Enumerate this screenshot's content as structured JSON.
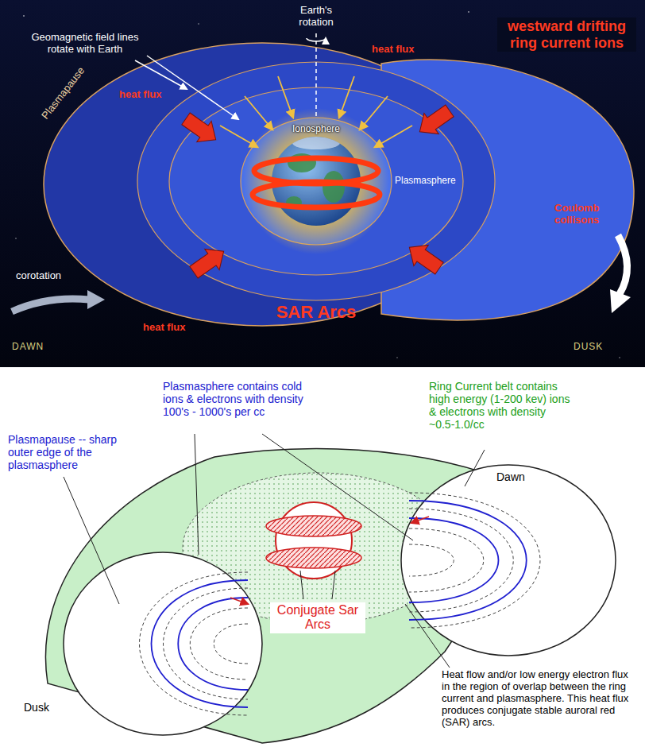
{
  "diagram": {
    "labels": [
      "Earth's rotation",
      "Geomagnetic field lines rotate with Earth",
      "Plasmapause",
      "heat flux",
      "heat flux",
      "westward drifting ring current ions",
      "Ionosphere",
      "Plasmasphere",
      "Coulomb collisons",
      "corotation",
      "heat flux",
      "SAR Arcs",
      "DAWN",
      "DUSK",
      "Plasmasphere contains cold ions & electrons with density 100's - 1000's per cc",
      "Ring Current belt contains high energy (1-200 kev) ions & electrons with density ~0.5-1.0/cc",
      "Plasmapause -- sharp outer edge of the plasmasphere",
      "Dawn",
      "Conjugate Sar Arcs",
      "Heat flow and/or low energy electron flux in the region of overlap between the ring current and plasmasphere. This heat flux produces conjugate stable auroral red (SAR) arcs.",
      "Dusk"
    ]
  }
}
